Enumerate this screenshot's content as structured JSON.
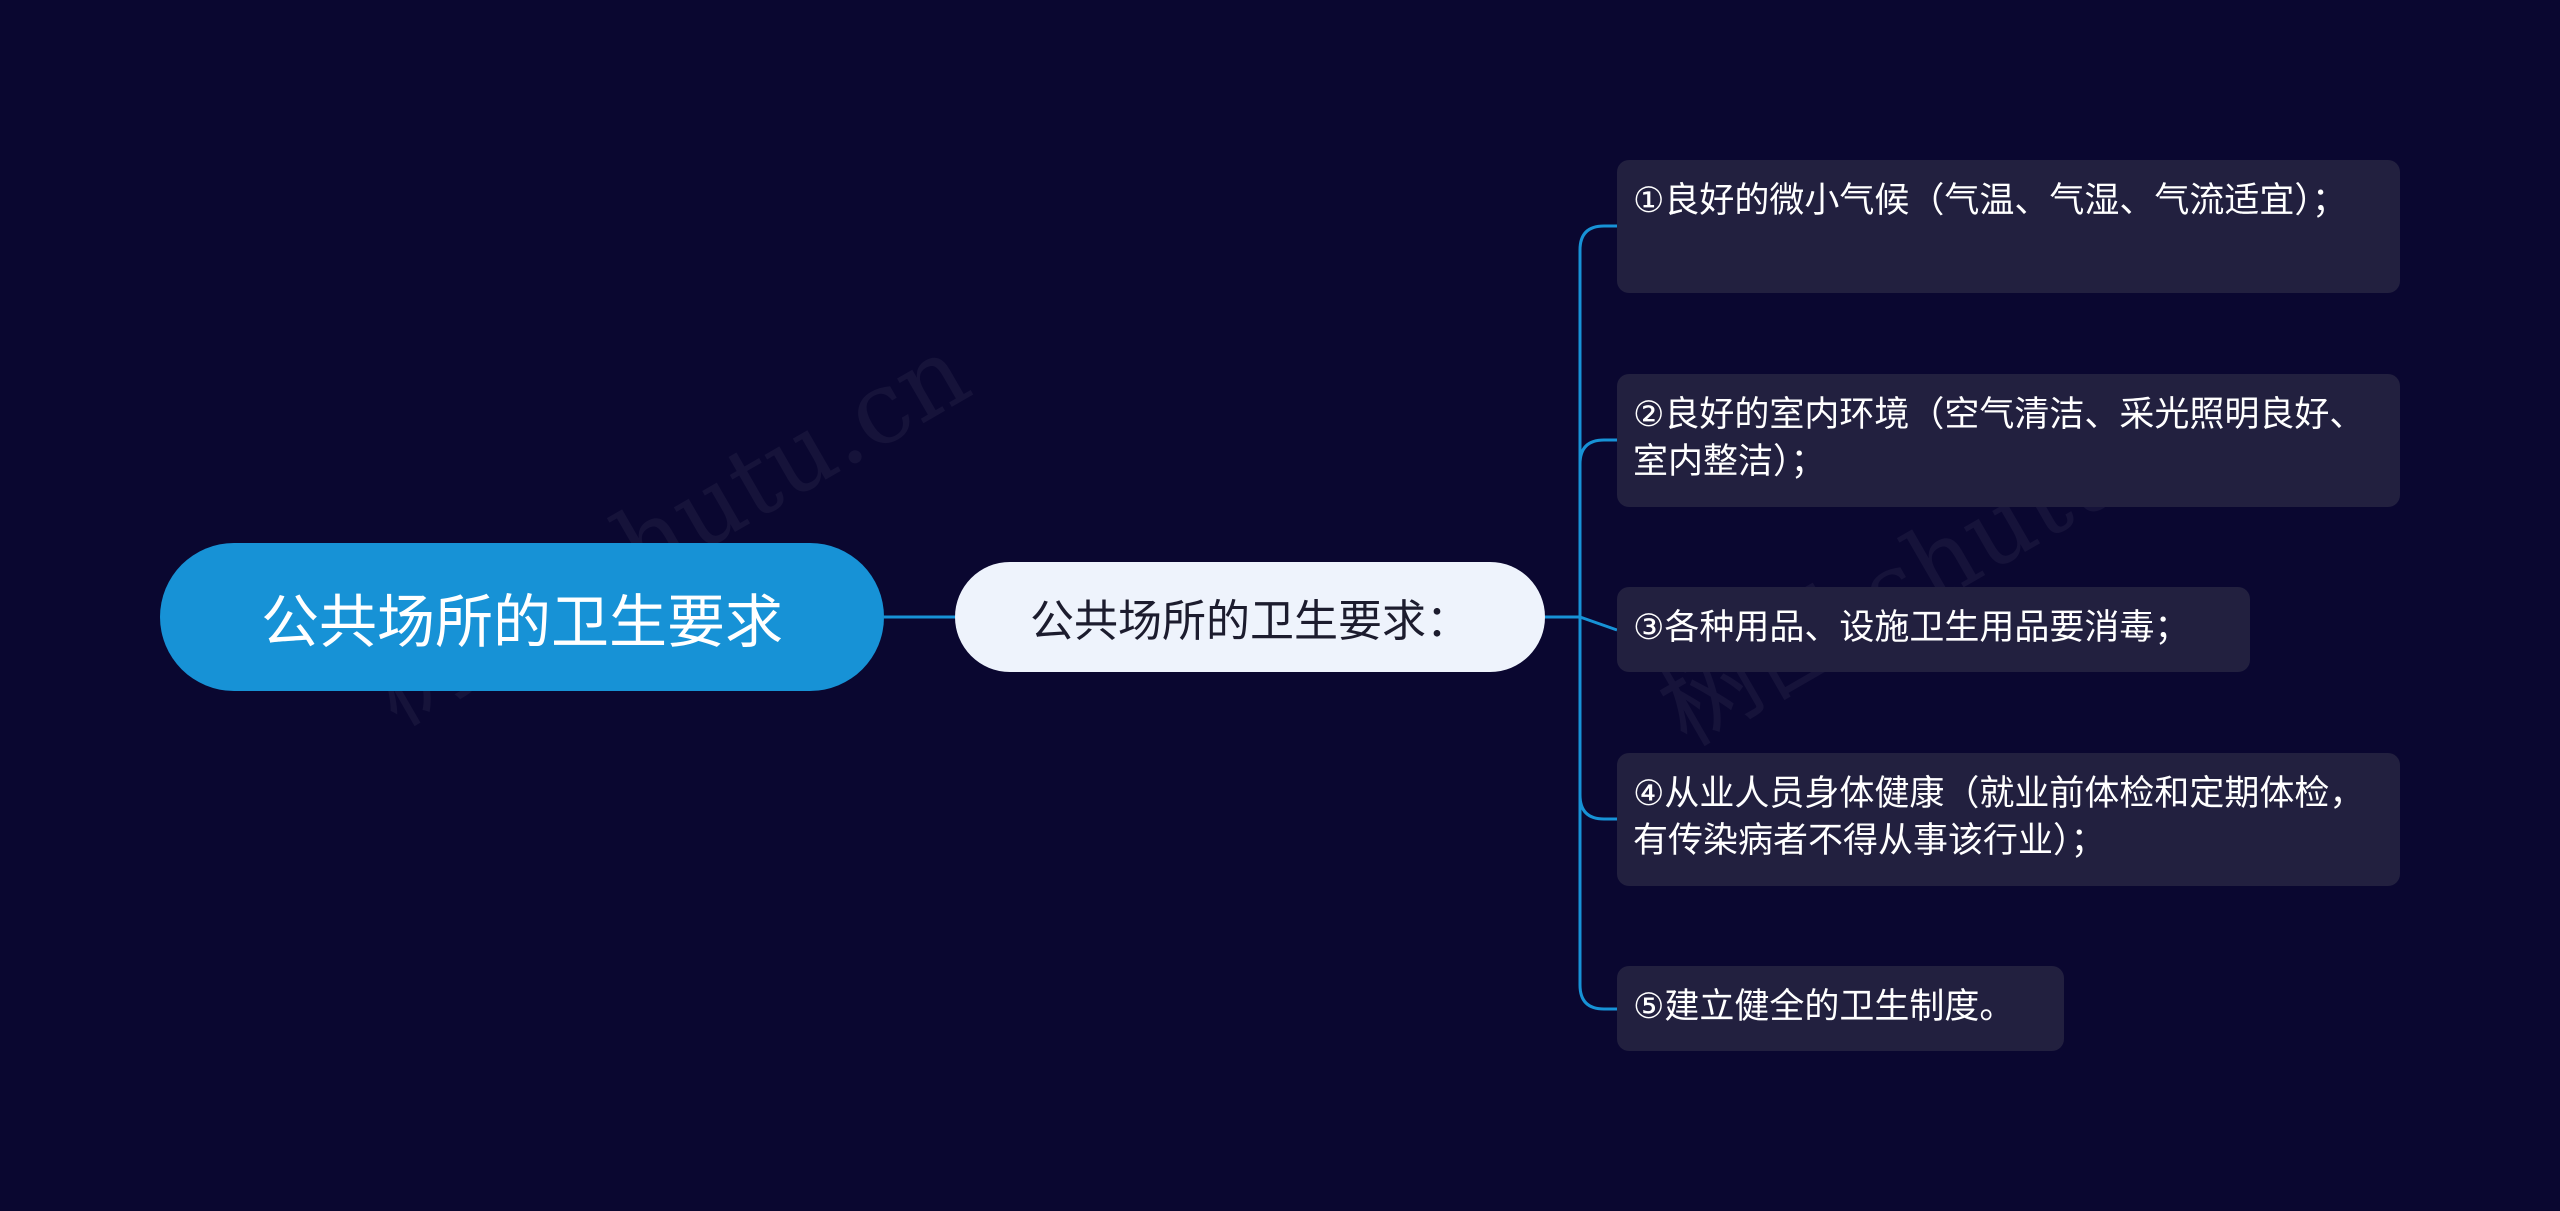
{
  "mindmap": {
    "root": "公共场所的卫生要求",
    "branch": "公共场所的卫生要求：",
    "leaves": [
      "①良好的微小气候（气温、气湿、气流适宜）；",
      "②良好的室内环境（空气清洁、采光照明良好、室内整洁）；",
      "③各种用品、设施卫生用品要消毒；",
      "④从业人员身体健康（就业前体检和定期体检，有传染病者不得从事该行业）；",
      "⑤建立健全的卫生制度。"
    ]
  },
  "watermark": "树图 shutu.cn",
  "colors": {
    "background": "#0a0730",
    "root_fill": "#1792d6",
    "branch_fill": "#eef3fc",
    "leaf_fill": "#22203f",
    "connector": "#1792d6"
  }
}
